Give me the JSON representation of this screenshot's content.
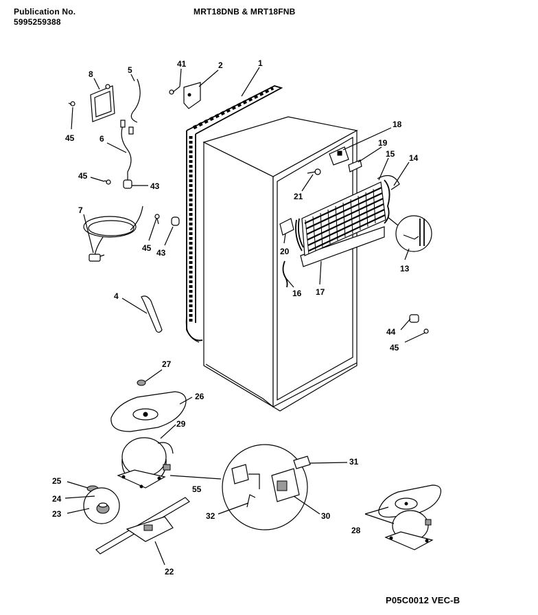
{
  "header": {
    "publication_label": "Publication No.",
    "publication_number": "5995259388",
    "model_title": "MRT18DNB & MRT18FNB"
  },
  "footer": {
    "diagram_code": "P05C0012 VEC-B"
  },
  "callouts": [
    {
      "id": "c1",
      "label": "1"
    },
    {
      "id": "c2",
      "label": "2"
    },
    {
      "id": "c41",
      "label": "41"
    },
    {
      "id": "c5",
      "label": "5"
    },
    {
      "id": "c8",
      "label": "8"
    },
    {
      "id": "c45a",
      "label": "45"
    },
    {
      "id": "c6",
      "label": "6"
    },
    {
      "id": "c45b",
      "label": "45"
    },
    {
      "id": "c43a",
      "label": "43"
    },
    {
      "id": "c7",
      "label": "7"
    },
    {
      "id": "c45c",
      "label": "45"
    },
    {
      "id": "c43b",
      "label": "43"
    },
    {
      "id": "c4",
      "label": "4"
    },
    {
      "id": "c18",
      "label": "18"
    },
    {
      "id": "c19",
      "label": "19"
    },
    {
      "id": "c15",
      "label": "15"
    },
    {
      "id": "c14",
      "label": "14"
    },
    {
      "id": "c21",
      "label": "21"
    },
    {
      "id": "c20",
      "label": "20"
    },
    {
      "id": "c13",
      "label": "13"
    },
    {
      "id": "c16",
      "label": "16"
    },
    {
      "id": "c17",
      "label": "17"
    },
    {
      "id": "c44",
      "label": "44"
    },
    {
      "id": "c45d",
      "label": "45"
    },
    {
      "id": "c27",
      "label": "27"
    },
    {
      "id": "c26",
      "label": "26"
    },
    {
      "id": "c29",
      "label": "29"
    },
    {
      "id": "c31",
      "label": "31"
    },
    {
      "id": "c25",
      "label": "25"
    },
    {
      "id": "c55",
      "label": "55"
    },
    {
      "id": "c24",
      "label": "24"
    },
    {
      "id": "c23",
      "label": "23"
    },
    {
      "id": "c32",
      "label": "32"
    },
    {
      "id": "c30",
      "label": "30"
    },
    {
      "id": "c28",
      "label": "28"
    },
    {
      "id": "c22",
      "label": "22"
    }
  ]
}
